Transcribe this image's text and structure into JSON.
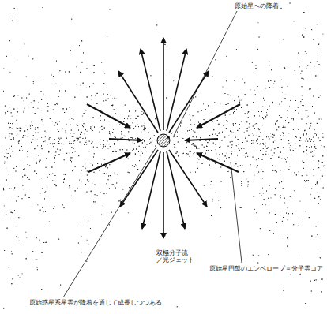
{
  "diagram": {
    "labels": [
      "原始星への降着",
      "双極分子流 ／光ジェット",
      "原始星円盤のエンベロープ＝分子雲コア",
      "原始惑星系星雲が降着を通じて成長しつつある"
    ]
  }
}
